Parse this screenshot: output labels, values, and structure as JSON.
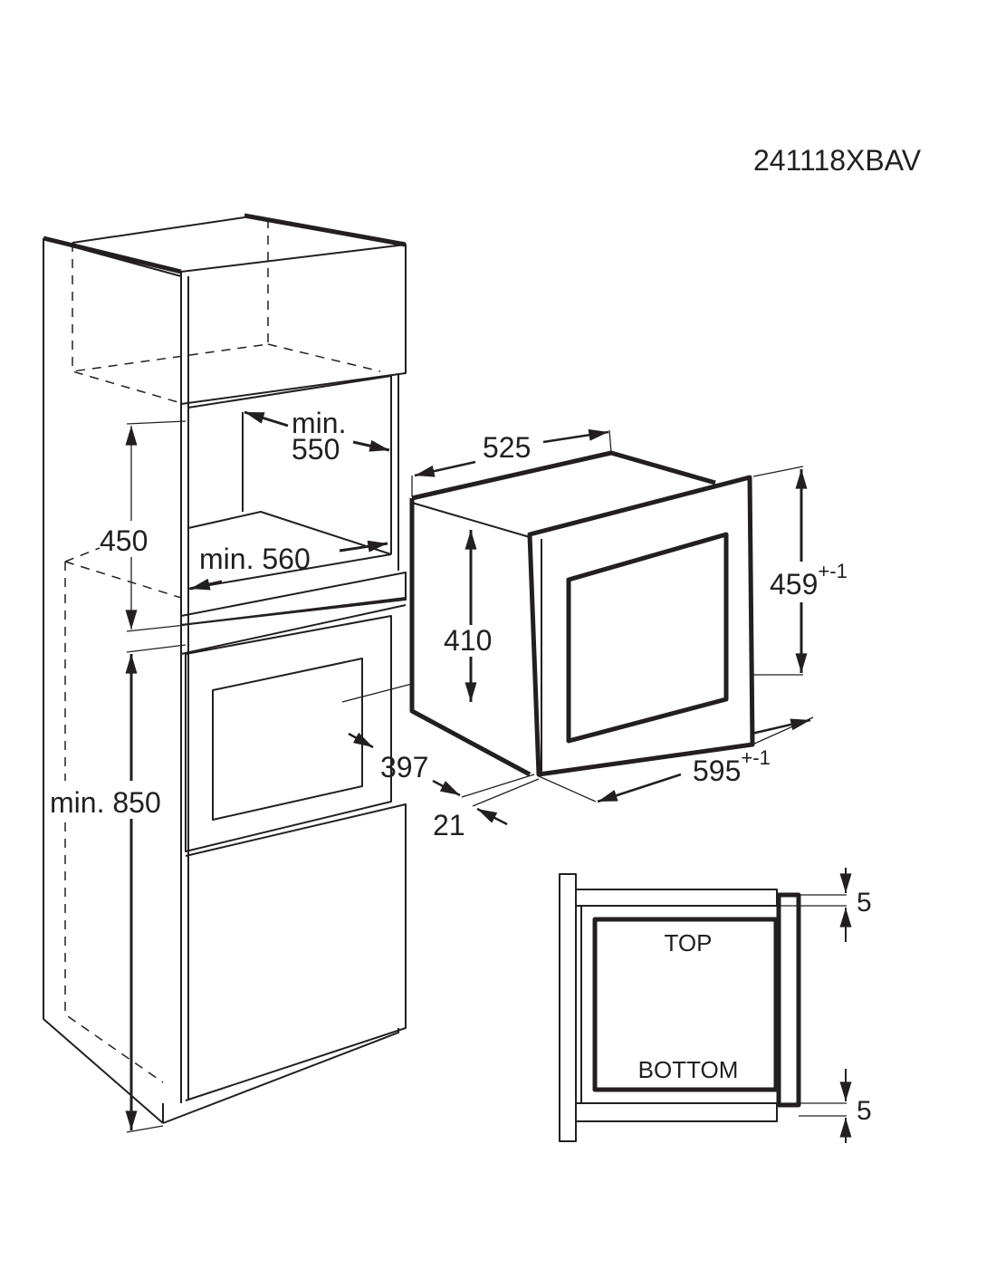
{
  "model_code": "241118XBAV",
  "cabinet": {
    "niche_depth": "min.\n550",
    "niche_depth_line1": "min.",
    "niche_depth_line2": "550",
    "niche_width": "min. 560",
    "niche_height": "450",
    "floor_height": "min. 850"
  },
  "appliance": {
    "depth": "525",
    "body_height": "410",
    "front_height": "459",
    "front_height_tolerance": "+-1",
    "front_width": "595",
    "front_width_tolerance": "+-1",
    "body_width": "397",
    "frame_thickness": "21"
  },
  "section": {
    "top_label": "TOP",
    "bottom_label": "BOTTOM",
    "top_gap": "5",
    "bottom_gap": "5"
  }
}
